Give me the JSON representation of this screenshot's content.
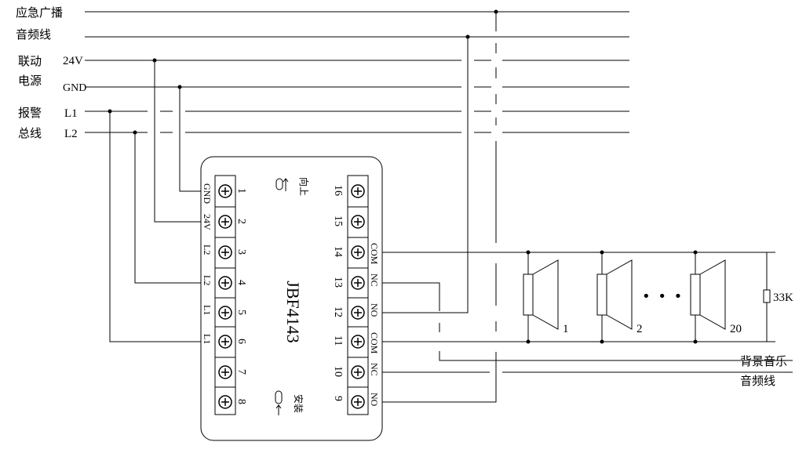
{
  "left_labels": {
    "emergency_broadcast": "应急广播",
    "audio_line": "音频线",
    "linkage": "联动",
    "power": "电源",
    "alarm": "报警",
    "bus": "总线",
    "v24": "24V",
    "gnd": "GND",
    "l1": "L1",
    "l2": "L2"
  },
  "module": {
    "model": "JBF4143",
    "up_label": "向上",
    "install_label": "安装"
  },
  "left_terminals": [
    {
      "num": "1",
      "label": "GND"
    },
    {
      "num": "2",
      "label": "24V"
    },
    {
      "num": "3",
      "label": "L2"
    },
    {
      "num": "4",
      "label": "L2"
    },
    {
      "num": "5",
      "label": "L1"
    },
    {
      "num": "6",
      "label": "L1"
    },
    {
      "num": "7",
      "label": ""
    },
    {
      "num": "8",
      "label": ""
    }
  ],
  "right_terminals": [
    {
      "num": "16",
      "label": ""
    },
    {
      "num": "15",
      "label": ""
    },
    {
      "num": "14",
      "label": "COM"
    },
    {
      "num": "13",
      "label": "NC"
    },
    {
      "num": "12",
      "label": "NO"
    },
    {
      "num": "11",
      "label": "COM"
    },
    {
      "num": "10",
      "label": "NC"
    },
    {
      "num": "9",
      "label": "NO"
    }
  ],
  "speakers": [
    "1",
    "2",
    "20"
  ],
  "ellipsis": "• • •",
  "resistor_label": "33K",
  "right_labels": {
    "background_music": "背景音乐",
    "audio_line": "音频线"
  }
}
